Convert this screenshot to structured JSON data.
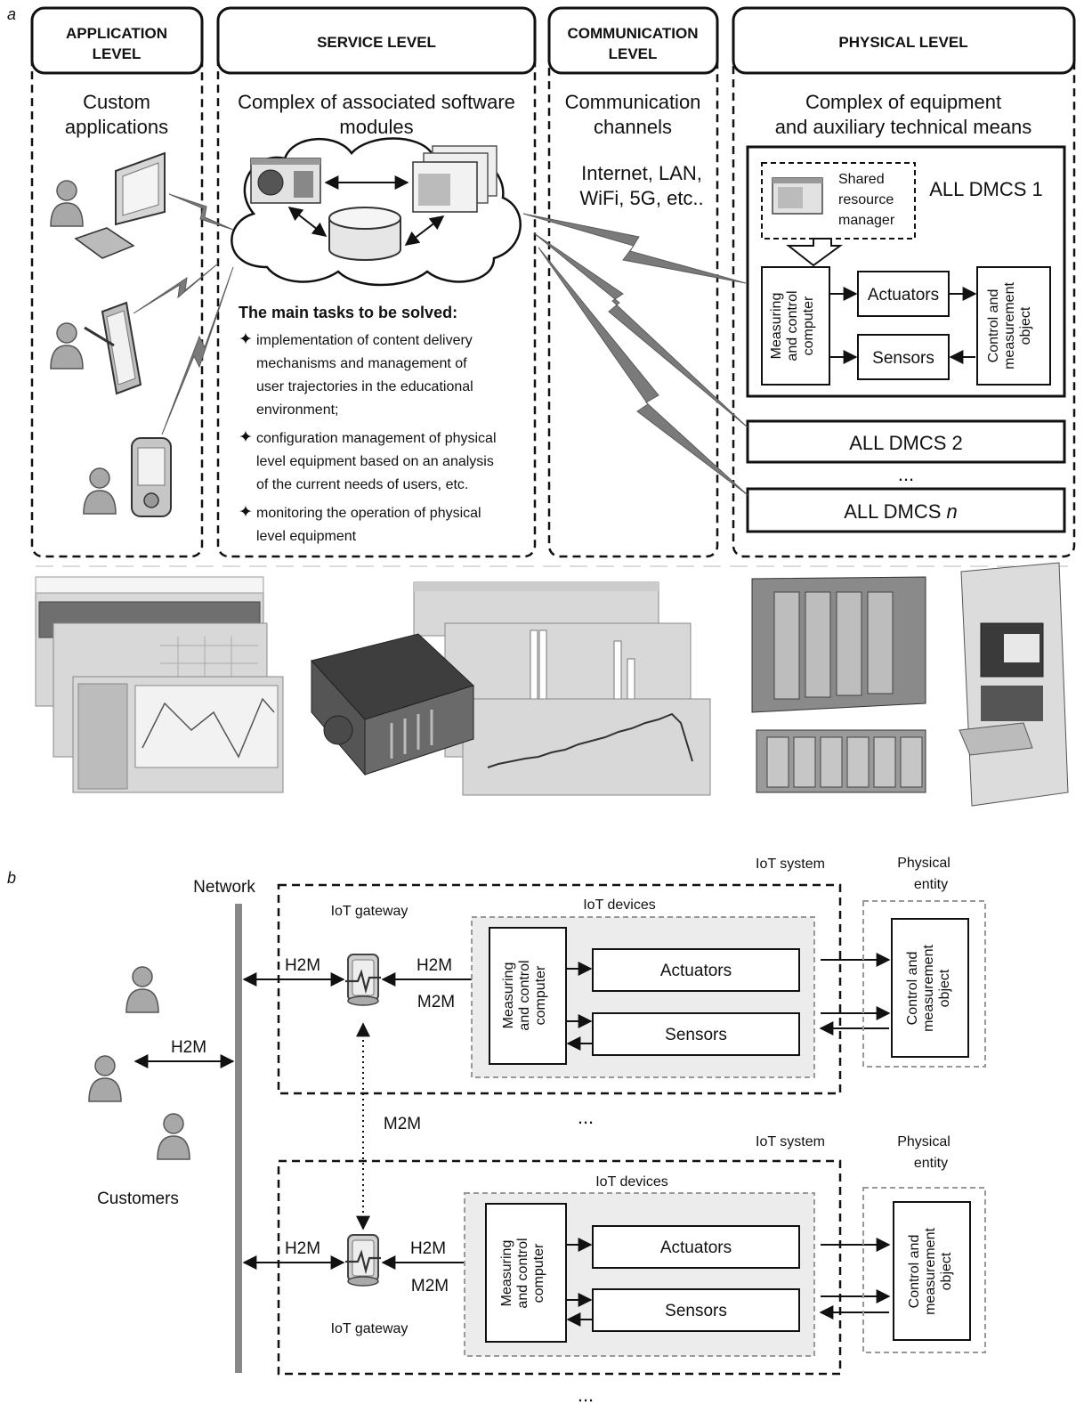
{
  "panel_a": {
    "label": "a",
    "columns": [
      {
        "header": "APPLICATION LEVEL",
        "subtitle": [
          "Custom",
          "applications"
        ]
      },
      {
        "header": "SERVICE LEVEL",
        "subtitle": [
          "Complex of associated software",
          "modules"
        ]
      },
      {
        "header": "COMMUNICATION LEVEL",
        "subtitle": [
          "Communication",
          "channels"
        ],
        "channels": [
          "Internet, LAN,",
          "WiFi, 5G, etc.."
        ]
      },
      {
        "header": "PHYSICAL LEVEL",
        "subtitle": [
          "Complex of equipment",
          "and auxiliary technical means"
        ]
      }
    ],
    "tasks": {
      "heading": "The main tasks to be solved:",
      "items": [
        [
          "implementation of content delivery",
          "mechanisms and management of",
          "user trajectories in the educational",
          "environment;"
        ],
        [
          "configuration management of physical",
          "level equipment based on an analysis",
          "of the current needs of users, etc."
        ],
        [
          "monitoring the operation of physical",
          "level equipment"
        ]
      ]
    },
    "dmcs": {
      "shared_manager": [
        "Shared",
        "resource",
        "manager"
      ],
      "system1": "ALL DMCS 1",
      "system2": "ALL DMCS 2",
      "ellipsis": "...",
      "systemn": "ALL DMCS n",
      "computer": [
        "Measuring",
        "and control",
        "computer"
      ],
      "actuators": "Actuators",
      "sensors": "Sensors",
      "object": [
        "Control and",
        "measurement",
        "object"
      ]
    }
  },
  "panel_b": {
    "label": "b",
    "network": "Network",
    "customers": "Customers",
    "h2m": "H2M",
    "m2m": "M2M",
    "iot_system": "IoT system",
    "physical_entity": [
      "Physical",
      "entity"
    ],
    "iot_gateway": "IoT gateway",
    "iot_devices": "IoT devices",
    "computer": [
      "Measuring",
      "and control",
      "computer"
    ],
    "actuators": "Actuators",
    "sensors": "Sensors",
    "object": [
      "Control and",
      "measurement",
      "object"
    ],
    "ellipsis": "..."
  }
}
